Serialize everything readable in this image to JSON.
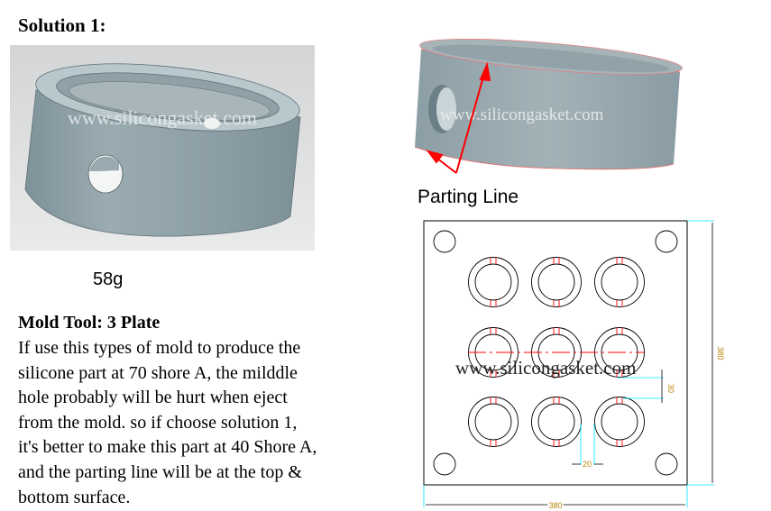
{
  "heading": "Solution 1:",
  "left_image": {
    "weight_label": "58g",
    "watermark": "www.silicongasket.com",
    "background": "#d9dbdc",
    "part_color": "#8fa1a8"
  },
  "right_image": {
    "caption": "Parting Line",
    "watermark": "www.silicongasket.com",
    "arrow_color": "#ff0000"
  },
  "mold_tool": {
    "title": "Mold Tool: 3 Plate",
    "lines": [
      "If use this types of mold to produce the",
      "silicone part at 70 shore A, the milddle",
      "hole probably will be hurt when eject",
      "from the mold. so if choose solution 1,",
      "it's better to make this part at 40 Shore A,",
      "and the parting line will be at the top &",
      "bottom surface."
    ]
  },
  "drawing": {
    "cavity_rows": 3,
    "cavity_cols": 3,
    "watermark": "www.silicongasket.com",
    "dim_width": "380",
    "dim_height": "380",
    "dim_spacing_horizontal": "20",
    "dim_spacing_vertical": "30",
    "dim_color": "#b8860b",
    "ext_line_color": "#00e5ff",
    "center_line_color": "#ff0000"
  }
}
